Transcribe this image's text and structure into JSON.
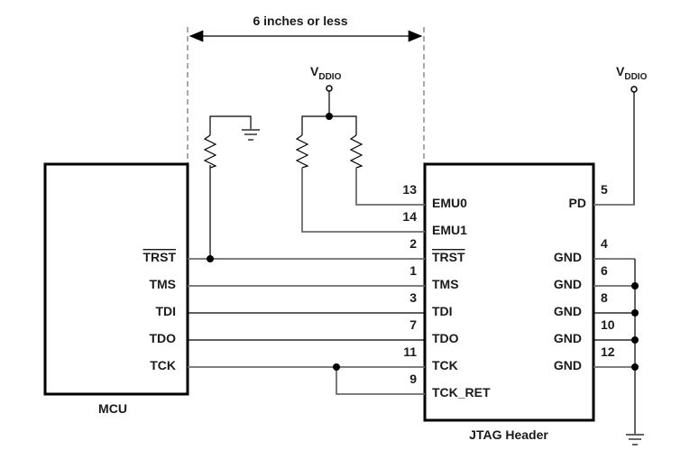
{
  "dimension": {
    "label": "6 inches or less"
  },
  "supplies": [
    {
      "name": "V",
      "sub": "DDIO"
    },
    {
      "name": "V",
      "sub": "DDIO"
    }
  ],
  "mcu": {
    "title": "MCU",
    "pins": [
      "TRST",
      "TMS",
      "TDI",
      "TDO",
      "TCK"
    ]
  },
  "jtag": {
    "title": "JTAG Header",
    "left_pins": [
      {
        "num": "13",
        "name": "EMU0"
      },
      {
        "num": "14",
        "name": "EMU1"
      },
      {
        "num": "2",
        "name": "TRST"
      },
      {
        "num": "1",
        "name": "TMS"
      },
      {
        "num": "3",
        "name": "TDI"
      },
      {
        "num": "7",
        "name": "TDO"
      },
      {
        "num": "11",
        "name": "TCK"
      },
      {
        "num": "9",
        "name": "TCK_RET"
      }
    ],
    "right_pins": [
      {
        "num": "5",
        "name": "PD"
      },
      {
        "num": "4",
        "name": "GND"
      },
      {
        "num": "6",
        "name": "GND"
      },
      {
        "num": "8",
        "name": "GND"
      },
      {
        "num": "10",
        "name": "GND"
      },
      {
        "num": "12",
        "name": "GND"
      }
    ]
  },
  "colors": {
    "wire": "#000000",
    "wire_gray": "#6b6b6b",
    "text": "#1a1a1a"
  }
}
